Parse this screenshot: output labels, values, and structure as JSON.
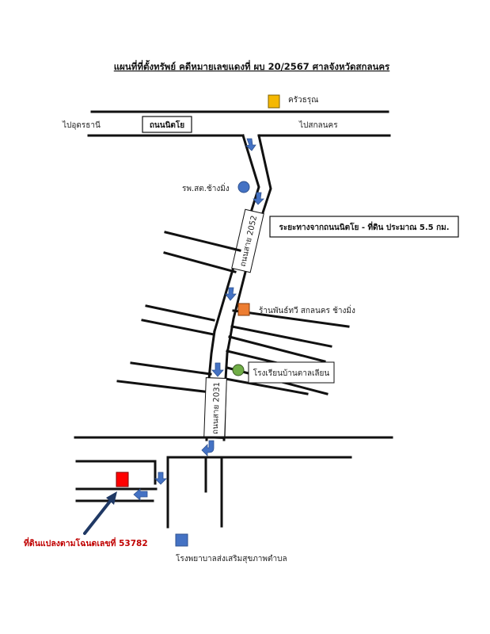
{
  "title": "แผนที่ที่ตั้งทรัพย์ คดีหมายเลขแดงที่ ผบ 20/2567 ศาลจังหวัดสกลนคร",
  "main_road": {
    "name": "ถนนนิตโย",
    "left_direction": "ไปอุดรธานี",
    "right_direction": "ไปสกลนคร"
  },
  "highway_2052": "ถนนสาย 2052",
  "highway_2031": "ถนนสาย 2031",
  "distance_note": "ระยะทางจากถนนนิตโย - ที่ดิน ประมาณ 5.5 กม.",
  "landmarks": [
    {
      "label": "ครัวธรุณ",
      "shape": "square",
      "color": "#f5b800"
    },
    {
      "label": "รพ.สต.ช้างมิ่ง",
      "shape": "circle",
      "color": "#4472c4"
    },
    {
      "label": "ร้านพันธ์ทวี สกลนคร ช้างมิ่ง",
      "shape": "square",
      "color": "#ed7d31"
    },
    {
      "label": "โรงเรียนบ้านตาลเลียน",
      "shape": "circle",
      "color": "#70ad47"
    },
    {
      "label": "โรงพยาบาลส่งเสริมสุขภาพตำบล",
      "shape": "square",
      "color": "#4472c4"
    }
  ],
  "target": {
    "label": "ที่ดินแปลงตามโฉนดเลขที่ 53782",
    "marker_color": "#ff0000",
    "label_color": "#c00000",
    "pointer_color": "#1f3864"
  }
}
